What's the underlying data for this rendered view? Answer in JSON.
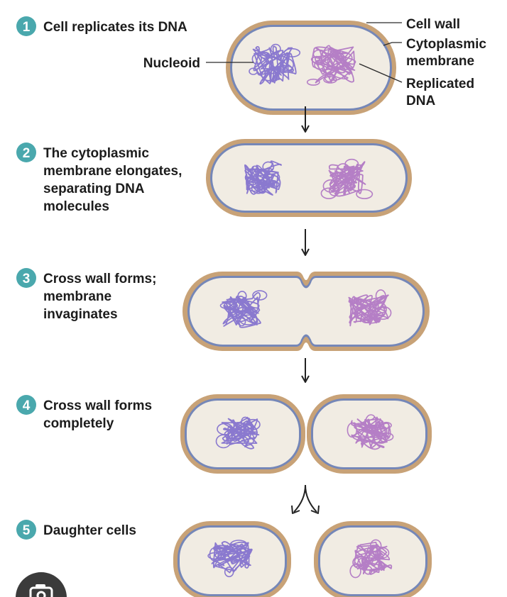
{
  "colors": {
    "badge": "#4aa8ad",
    "cell_fill": "#f1ece3",
    "cell_wall": "#c8a277",
    "membrane": "#7587b8",
    "dna_left": "#8a79cf",
    "dna_right": "#b57fc6",
    "arrow": "#222222",
    "camera_button": "#3b3b3b"
  },
  "steps": [
    {
      "number": "1",
      "lines": [
        "Cell replicates its DNA"
      ]
    },
    {
      "number": "2",
      "lines": [
        "The cytoplasmic",
        "membrane elongates,",
        "separating DNA",
        "molecules"
      ]
    },
    {
      "number": "3",
      "lines": [
        "Cross wall forms;",
        "membrane",
        "invaginates"
      ]
    },
    {
      "number": "4",
      "lines": [
        "Cross wall forms",
        "completely"
      ]
    },
    {
      "number": "5",
      "lines": [
        "Daughter cells"
      ]
    }
  ],
  "labels": {
    "nucleoid": "Nucleoid",
    "cell_wall": "Cell wall",
    "cytoplasmic_membrane": [
      "Cytoplasmic",
      "membrane"
    ],
    "replicated_dna": [
      "Replicated",
      "DNA"
    ]
  },
  "icons": {
    "arrows": "down-arrow-icon",
    "split_arrow": "split-arrow-icon",
    "overlay": "camera-icon"
  }
}
